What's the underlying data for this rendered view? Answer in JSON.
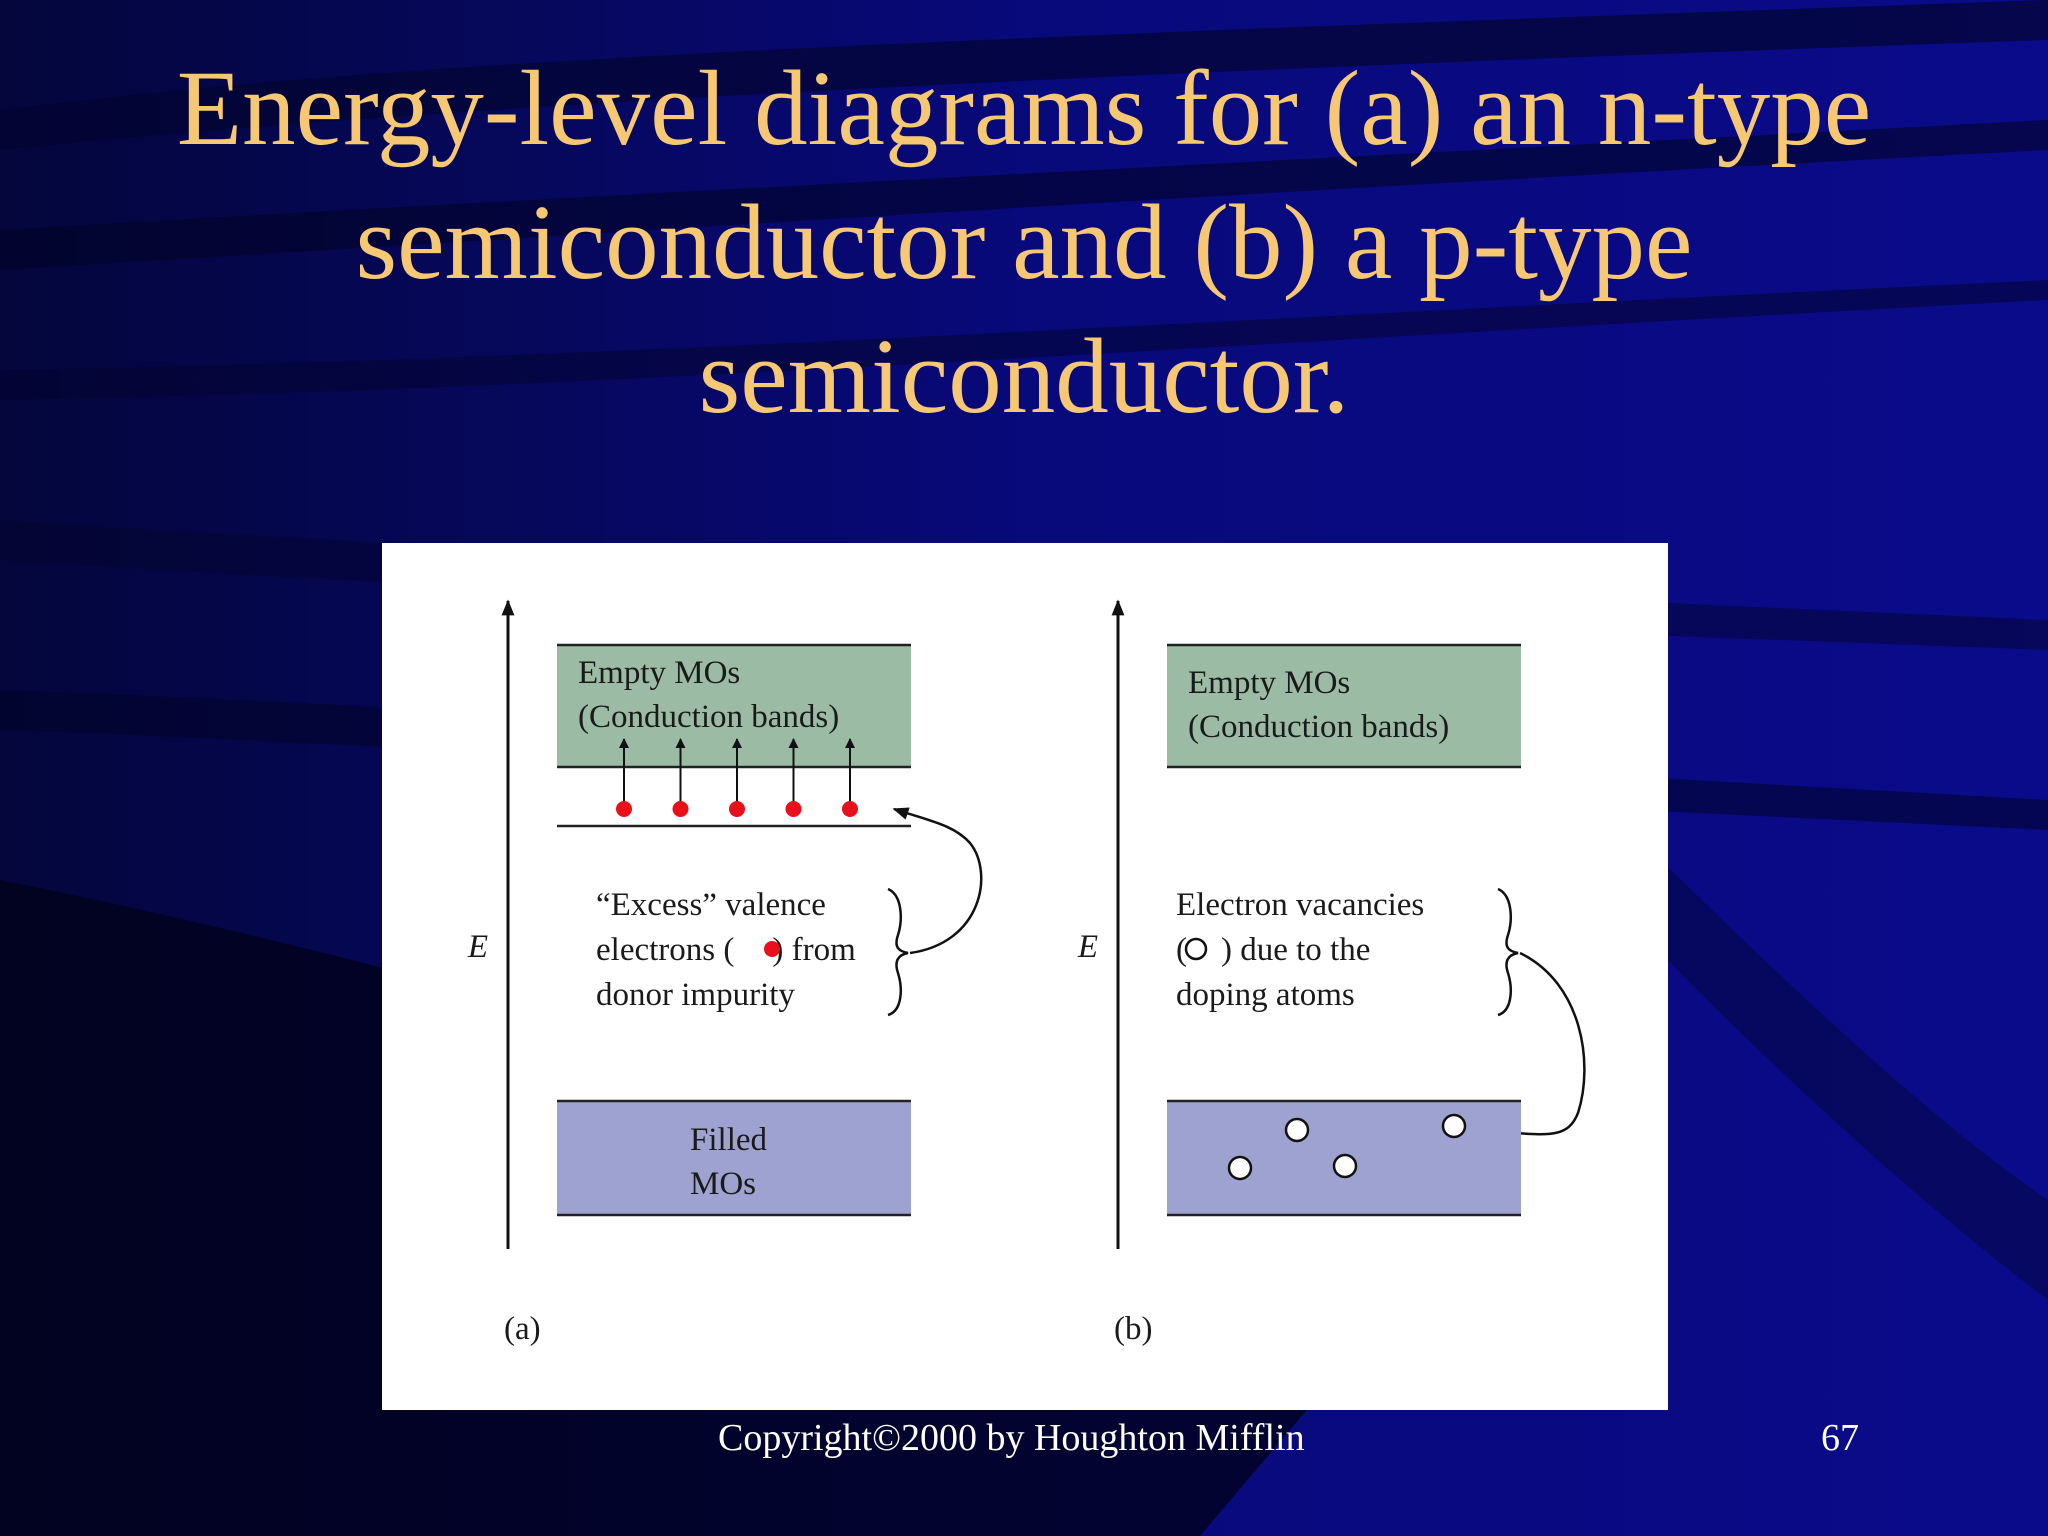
{
  "slide": {
    "title_lines": [
      "Energy-level diagrams for (a) an n-type",
      "semiconductor and (b) a p-type",
      "semiconductor."
    ],
    "copyright": "Copyright©2000 by Houghton Mifflin",
    "page_number": "67"
  },
  "colors": {
    "background": "#07095e",
    "title": "#f7c873",
    "conduction_band": "#9bbba5",
    "valence_band": "#9ea2d0",
    "electron": "#e8101a"
  },
  "diagram_a": {
    "axis_label": "E",
    "panel_label": "(a)",
    "conduction_band": {
      "line1": "Empty MOs",
      "line2": "(Conduction bands)"
    },
    "annotation": {
      "line1": "“Excess” valence",
      "line2_before": "electrons (",
      "line2_after": ") from",
      "line3": "donor impurity"
    },
    "valence_band": {
      "line1": "Filled",
      "line2": "MOs"
    },
    "donor_electron_count": 5
  },
  "diagram_b": {
    "axis_label": "E",
    "panel_label": "(b)",
    "conduction_band": {
      "line1": "Empty MOs",
      "line2": "(Conduction bands)"
    },
    "annotation": {
      "line1": "Electron vacancies",
      "line2_before": "(",
      "line2_after": ") due to the",
      "line3": "doping atoms"
    },
    "vacancy_count": 4
  }
}
